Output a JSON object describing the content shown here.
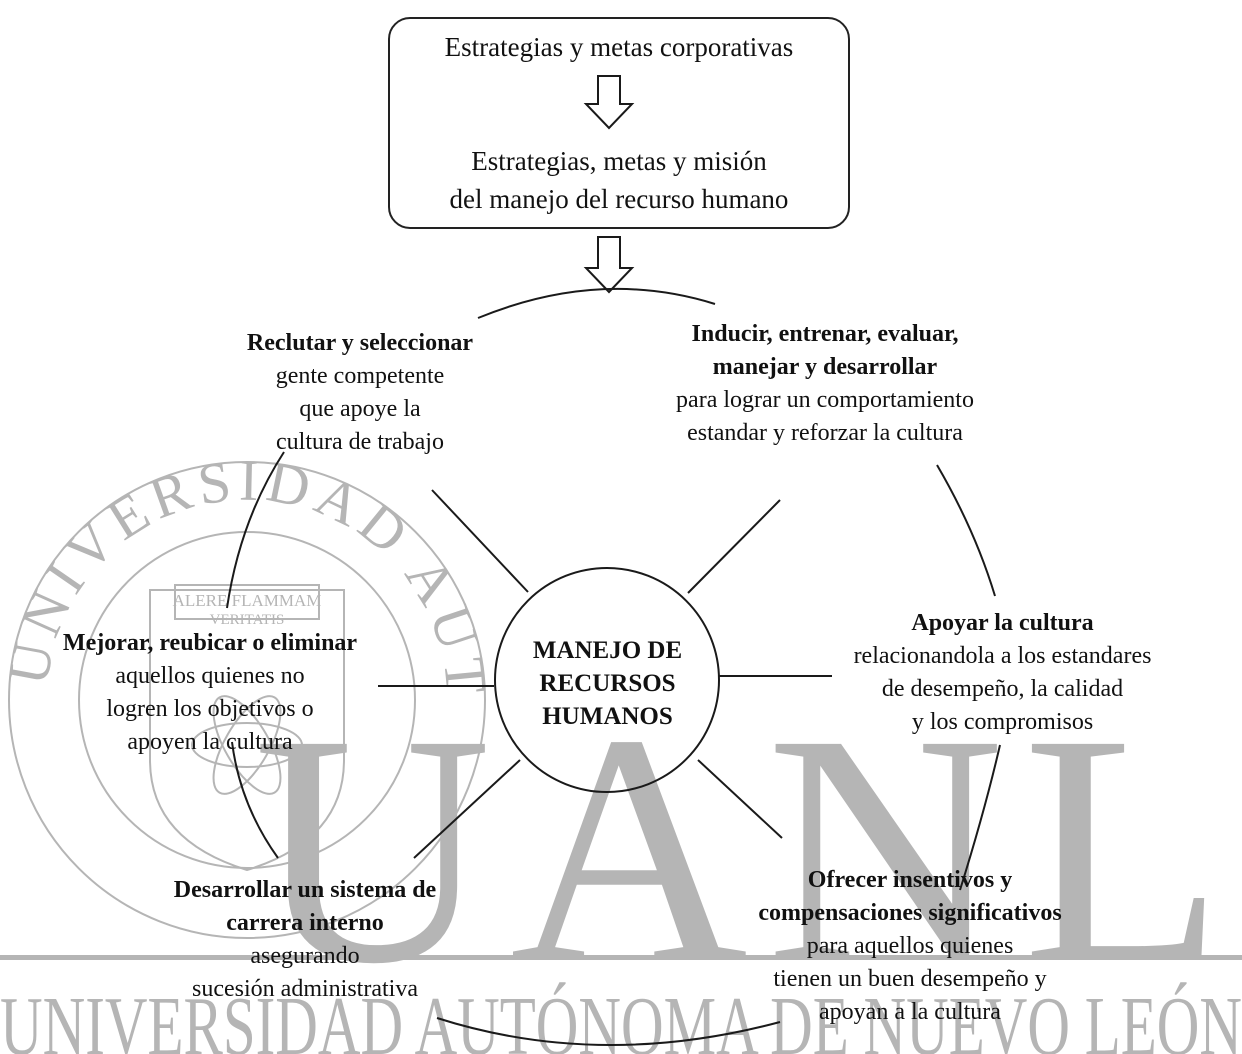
{
  "top_box": {
    "line1": "Estrategias y metas corporativas",
    "line2": "Estrategias, metas y misión",
    "line3": "del manejo del recurso humano"
  },
  "center": {
    "line1": "MANEJO DE",
    "line2": "RECURSOS",
    "line3": "HUMANOS"
  },
  "nodes": {
    "reclutar": {
      "bold": [
        "Reclutar y seleccionar"
      ],
      "text": [
        "gente competente",
        "que  apoye la",
        "cultura de trabajo"
      ]
    },
    "inducir": {
      "bold": [
        "Inducir, entrenar, evaluar,",
        "manejar y desarrollar"
      ],
      "text": [
        "para lograr un comportamiento",
        "estandar y reforzar la cultura"
      ]
    },
    "apoyar": {
      "bold": [
        "Apoyar la cultura"
      ],
      "text": [
        "relacionandola a los estandares",
        "de desempeño, la calidad",
        "y los compromisos"
      ]
    },
    "ofrecer": {
      "bold": [
        "Ofrecer insentivos y",
        "compensaciones significativos"
      ],
      "text": [
        "para aquellos quienes",
        "tienen un buen desempeño y",
        "apoyan a la cultura"
      ]
    },
    "desarrollar": {
      "bold": [
        "Desarrollar un sistema de",
        "carrera interno"
      ],
      "text": [
        "asegurando",
        "sucesión administrativa"
      ]
    },
    "mejorar": {
      "bold": [
        "Mejorar, reubicar o eliminar"
      ],
      "text": [
        "aquellos quienes no",
        "logren los objetivos o",
        "apoyen la cultura"
      ]
    }
  },
  "watermark": {
    "big_letters": "UANL",
    "bottom_text": "UNIVERSIDAD AUTÓNOMA DE NUEVO LEÓN",
    "seal_text": "UNIVERSIDAD AUTÓNOMA DE NUEVO LEÓN",
    "banner_line1": "ALERE FLAMMAM",
    "banner_line2": "VERITATIS",
    "color": "#b5b5b5"
  },
  "colors": {
    "line": "#1a1a1a",
    "text": "#111111"
  }
}
